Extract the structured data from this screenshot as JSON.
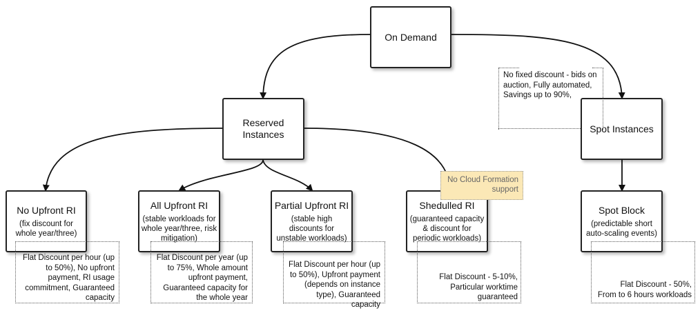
{
  "nodes": {
    "on_demand": {
      "title": "On Demand"
    },
    "reserved": {
      "title": "Reserved\nInstances"
    },
    "spot_instances": {
      "title": "Spot Instances"
    },
    "no_upfront": {
      "title": "No Upfront RI",
      "subtitle": "(fix discount for\nwhole year/three)"
    },
    "all_upfront": {
      "title": "All Upfront RI",
      "subtitle": "(stable workloads for\nwhole year/three, risk\nmitigation)"
    },
    "partial_upfront": {
      "title": "Partial Upfront RI",
      "subtitle": "(stable high\ndiscounts for\nunstable workloads)"
    },
    "scheduled": {
      "title": "Shedulled RI",
      "subtitle": "(guaranteed capacity\n& discount for\nperiodic workloads)"
    },
    "spot_block": {
      "title": "Spot Block",
      "subtitle": "(predictable short\nauto-scaling events)"
    }
  },
  "notes": {
    "spot": "No fixed discount - bids on\nauction, Fully automated,\nSavings up to 90%,",
    "no_upfront": "Flat Discount per hour (up\nto 50%), No upfront\npayment, RI usage\ncommitment, Guaranteed\ncapacity",
    "all_upfront": "Flat Discount per year (up\nto 75%, Whole amount\nupfront payment,\nGuaranteed capacity for\nthe whole year",
    "partial_upfront": "Flat Discount per hour (up\nto 50%), Upfront payment\n(depends on instance\ntype), Guaranteed capacity",
    "scheduled": "Flat Discount - 5-10%,\nParticular worktime\nguaranteed",
    "spot_block": "Flat Discount - 50%,\nFrom to 6 hours workloads"
  },
  "warning": "No Cloud Formation\nsupport"
}
